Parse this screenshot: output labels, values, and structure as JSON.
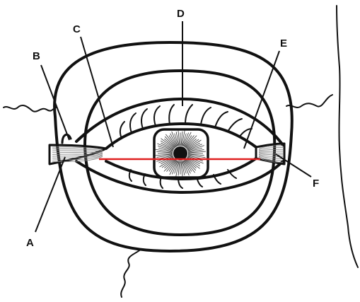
{
  "labels": {
    "A": "A",
    "B": "B",
    "C": "C",
    "D": "D",
    "E": "E",
    "F": "F"
  },
  "colors": {
    "ink": "#111111",
    "axis_line": "#e02020",
    "background": "#ffffff"
  }
}
